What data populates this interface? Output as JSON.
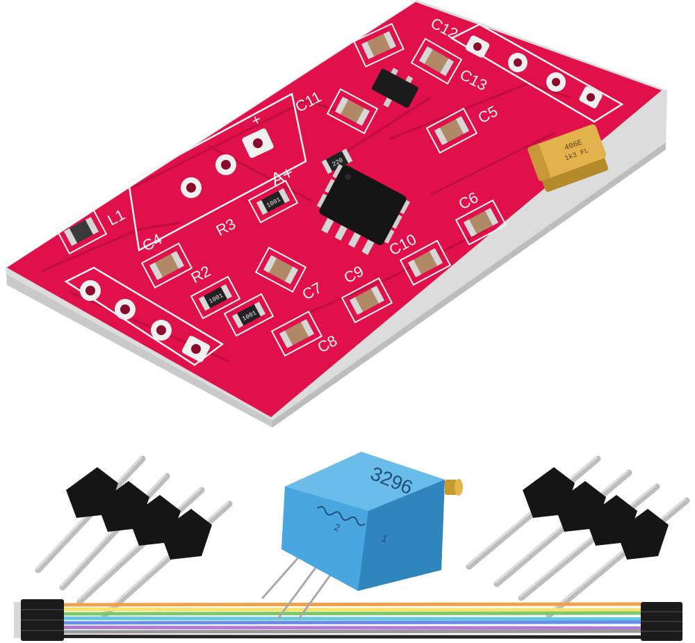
{
  "scene": {
    "description_role": "product-photo",
    "board": {
      "color": "#e0114a",
      "labels": {
        "c12": "C12",
        "c13": "C13",
        "c11": "C11",
        "c5": "C5",
        "l1": "L1",
        "r3": "R3",
        "c4": "C4",
        "r2": "R2",
        "c7": "C7",
        "c9": "C9",
        "c10": "C10",
        "c6": "C6",
        "c8": "C8",
        "ain": "A+"
      },
      "resistor_marks": {
        "r_top": "220",
        "r3": "1001",
        "r2a": "1001",
        "r2b": "1001"
      },
      "tantalum_mark": {
        "line1": "406E",
        "line2": "1k3 FL"
      },
      "plus_sign": "+"
    },
    "potentiometer": {
      "color": "#4aa6de",
      "model": "3296",
      "pin1": "1",
      "pin2": "2"
    },
    "accessories": {
      "header_color": "#151515",
      "wire_colors": [
        "#f2a04a",
        "#f7e36a",
        "#7cc86b",
        "#62c7e0",
        "#6a8ee8",
        "#b07ad6",
        "#9a9a9a",
        "#222222"
      ]
    }
  }
}
